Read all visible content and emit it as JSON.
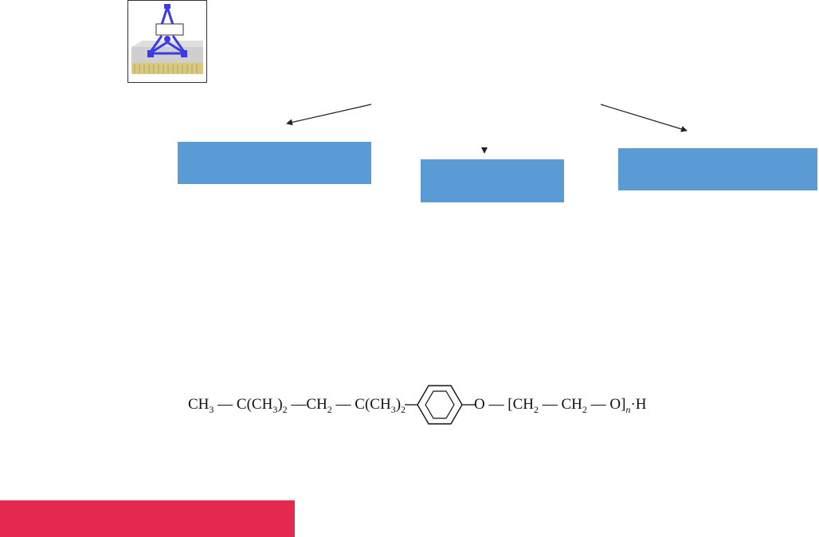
{
  "colors": {
    "box_blue": "#5b9bd5",
    "bottom_bar": "#e5294e",
    "arrow": "#222222",
    "logo_blue": "#3a3ae6",
    "logo_gold": "#d8c880"
  },
  "icons": {
    "logo": "surfactant-molecule-on-surface-icon",
    "arrows": "arrow-icon"
  },
  "formula": {
    "ch3": "CH",
    "ch3_sub": "3",
    "dash1": " — ",
    "c1": "C(CH",
    "c1_sub_a": "3",
    "c1_paren": ")",
    "c1_sub_b": "2",
    "dash2": " —",
    "ch2": "CH",
    "ch2_sub": "2",
    "dash3": " — ",
    "c2": "C(CH",
    "c2_sub_a": "3",
    "c2_paren": ")",
    "c2_sub_b": "2",
    "o_link": "O — [CH",
    "o_link_sub": "2",
    "dash4": " — ",
    "ch2b": "CH",
    "ch2b_sub": "2",
    "tail": " — O]",
    "n": "n",
    "end": "·H"
  }
}
